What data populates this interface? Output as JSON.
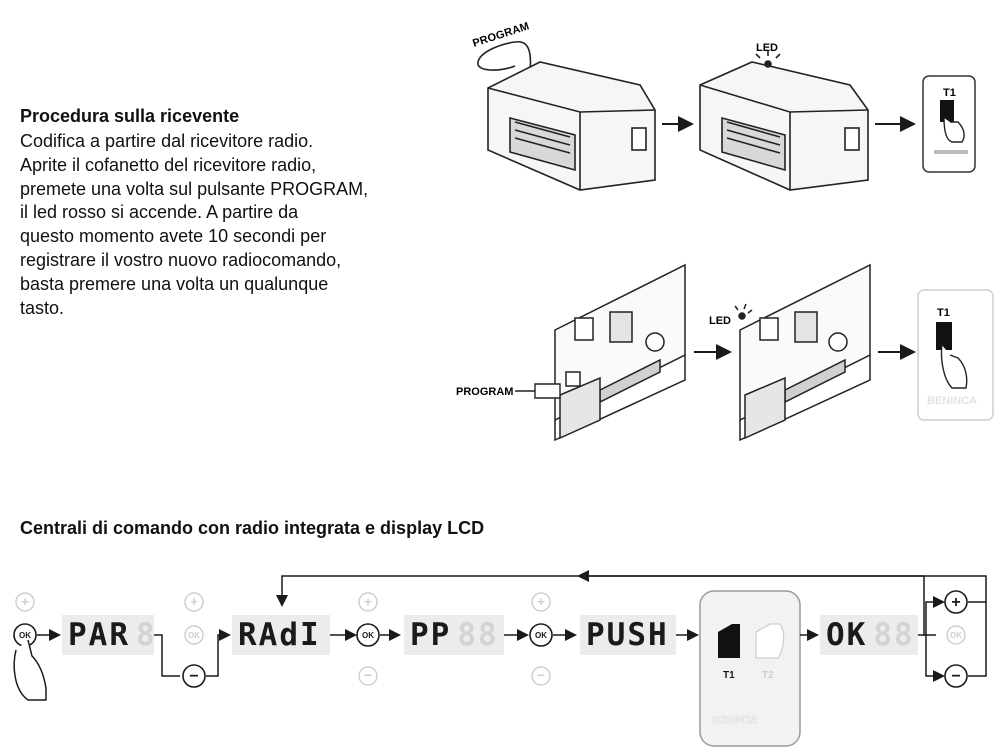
{
  "receiver_section": {
    "title": "Procedura sulla ricevente",
    "body_lines": [
      "Codifica a partire dal ricevitore radio.",
      "Aprite il cofanetto del ricevitore radio,",
      "premete una volta sul pulsante PROGRAM,",
      "il led rosso si accende. A partire da",
      "questo momento avete 10 secondi per",
      "registrare il vostro nuovo radiocomando,",
      "basta premere una volta un qualunque",
      "tasto."
    ]
  },
  "top_diagram": {
    "program_label": "PROGRAM",
    "led_label": "LED",
    "remote_button_label": "T1"
  },
  "middle_diagram": {
    "program_label": "PROGRAM",
    "led_label": "LED",
    "remote_button_label": "T1",
    "remote_brand": "BENINCA"
  },
  "lcd_section": {
    "title": "Centrali di comando con radio integrata e display LCD",
    "button_plus": "+",
    "button_ok": "OK",
    "button_minus": "−",
    "displays": {
      "par": {
        "text": "PAR",
        "ghost": "8"
      },
      "radi": {
        "text": "RAdI"
      },
      "pp": {
        "text": "PP",
        "ghost": "88"
      },
      "push": {
        "text": "PUSH"
      },
      "ok": {
        "text": "OK",
        "ghost": "88"
      }
    },
    "remote": {
      "t1": "T1",
      "t2": "T2",
      "brand": "BENINCA"
    }
  },
  "colors": {
    "ink": "#1a1a1a",
    "lcd_bg": "#ececec",
    "faded": "#cfcfcf"
  }
}
